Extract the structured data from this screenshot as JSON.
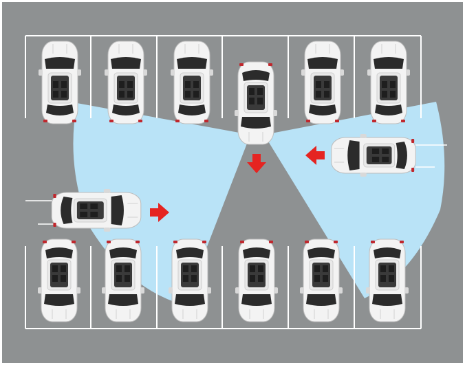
{
  "scene": {
    "description_hidden": "",
    "colors": {
      "frame": "#ffffff",
      "asphalt": "#8e9192",
      "parking_lines": "#ffffff",
      "sensor_zone": "#b9e3f7",
      "arrow": "#e52421",
      "car_body": "#f4f4f4",
      "car_glass": "#2b2b2b",
      "car_roof_panel": "#3a3a3a",
      "tail_light": "#c0272d"
    },
    "icons": {
      "parked_car": "car-top-view-icon",
      "reversing_car": "car-top-view-icon",
      "cross_traffic_car": "car-top-view-icon",
      "direction_arrow": "arrow-icon"
    },
    "parked_rows": {
      "top_row_count": 6,
      "bottom_row_count": 6
    },
    "arrows": {
      "reversing_car": "down",
      "cross_traffic_left": "right",
      "cross_traffic_right": "left"
    }
  }
}
